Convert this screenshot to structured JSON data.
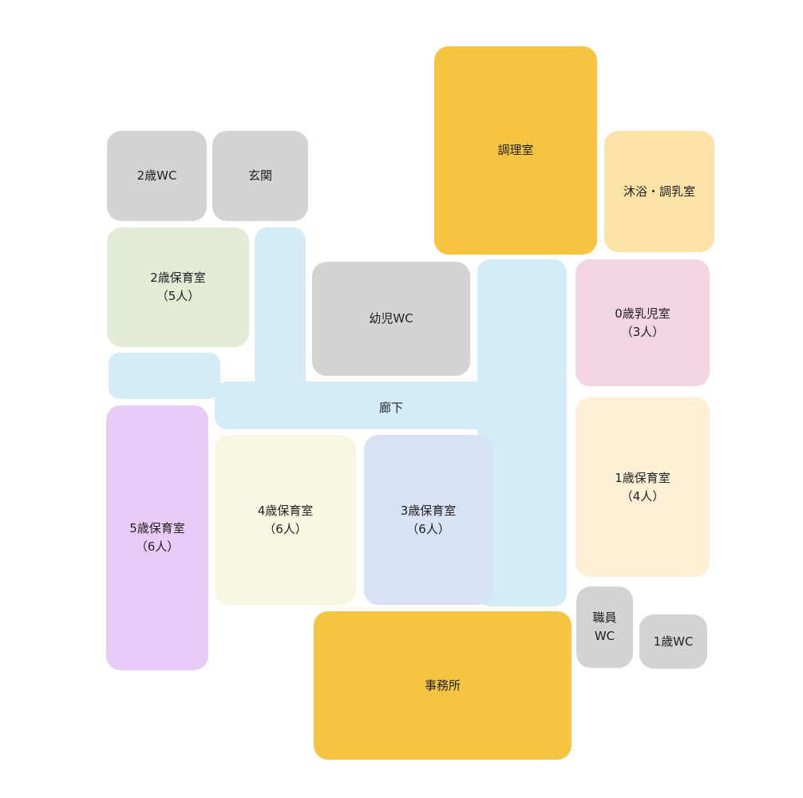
{
  "colors": {
    "gray": "#d3d3d3",
    "yellow": "#f5c542",
    "light_orange": "#fbe3a8",
    "green": "#e2ecd7",
    "blue_corridor": "#d3ecf8",
    "pink": "#f3d4e2",
    "cream": "#fdf0d7",
    "purple": "#e8cbf7",
    "light_yellow": "#f8f8e2",
    "lavender_blue": "#d8e2f7"
  },
  "rooms": {
    "wc_2": {
      "line1": "2歳WC"
    },
    "entrance": {
      "line1": "玄関"
    },
    "kitchen": {
      "line1": "調理室"
    },
    "bath": {
      "line1": "沐浴・調乳室"
    },
    "room_2": {
      "line1": "2歳保育室",
      "line2": "（5人）"
    },
    "kids_wc": {
      "line1": "幼児WC"
    },
    "infant_0": {
      "line1": "0歳乳児室",
      "line2": "（3人）"
    },
    "room_1": {
      "line1": "1歳保育室",
      "line2": "（4人）"
    },
    "room_5": {
      "line1": "5歳保育室",
      "line2": "（6人）"
    },
    "room_4": {
      "line1": "4歳保育室",
      "line2": "（6人）"
    },
    "room_3": {
      "line1": "3歳保育室",
      "line2": "（6人）"
    },
    "staff_wc": {
      "line1": "職員",
      "line2": "WC"
    },
    "wc_1": {
      "line1": "1歳WC"
    },
    "office": {
      "line1": "事務所"
    }
  },
  "corridor": {
    "label": "廊下"
  }
}
